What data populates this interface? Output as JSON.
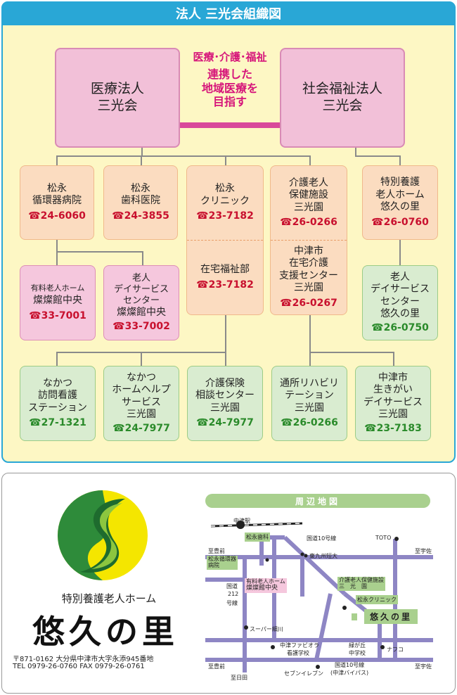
{
  "header": {
    "title": "法人 三光会組織図"
  },
  "mission": {
    "line1": "医療･介護･福祉",
    "line2": "連携した",
    "line3": "地域医療を",
    "line4": "目指す"
  },
  "orgs": {
    "medical": {
      "l1": "医療法人",
      "l2": "三光会"
    },
    "welfare": {
      "l1": "社会福祉法人",
      "l2": "三光会"
    }
  },
  "facilities": {
    "f1": {
      "l1": "松永",
      "l2": "循環器病院",
      "tel": "☎24-6060"
    },
    "f2": {
      "l1": "松永",
      "l2": "歯科医院",
      "tel": "☎24-3855"
    },
    "f3": {
      "l1": "松永",
      "l2": "クリニック",
      "tel": "☎23-7182"
    },
    "f3b": {
      "l1": "在宅福祉部",
      "tel": "☎23-7182"
    },
    "f4": {
      "l1": "介護老人",
      "l2": "保健施設",
      "l3": "三光園",
      "tel": "☎26-0266"
    },
    "f4b": {
      "l1": "中津市",
      "l2": "在宅介護",
      "l3": "支援センター",
      "l4": "三光園",
      "tel": "☎26-0267"
    },
    "f5": {
      "l1": "特別養護",
      "l2": "老人ホーム",
      "l3": "悠久の里",
      "tel": "☎26-0760"
    },
    "p1": {
      "l1": "有料老人ホーム",
      "l2": "燦燦館中央",
      "tel": "☎33-7001"
    },
    "p2": {
      "l1": "老人",
      "l2": "デイサービス",
      "l3": "センター",
      "l4": "燦燦館中央",
      "tel": "☎33-7002"
    },
    "g0": {
      "l1": "老人",
      "l2": "デイサービス",
      "l3": "センター",
      "l4": "悠久の里",
      "tel": "☎26-0750"
    },
    "g1": {
      "l1": "なかつ",
      "l2": "訪問看護",
      "l3": "ステーション",
      "tel": "☎27-1321"
    },
    "g2": {
      "l1": "なかつ",
      "l2": "ホームヘルプ",
      "l3": "サービス",
      "l4": "三光園",
      "tel": "☎24-7977"
    },
    "g3": {
      "l1": "介護保険",
      "l2": "相談センター",
      "l3": "三光園",
      "tel": "☎24-7977"
    },
    "g4": {
      "l1": "通所リハビリ",
      "l2": "テーション",
      "l3": "三光園",
      "tel": "☎26-0266"
    },
    "g5": {
      "l1": "中津市",
      "l2": "生きがい",
      "l3": "デイサービス",
      "l4": "三光園",
      "tel": "☎23-7183"
    }
  },
  "facility": {
    "subtitle": "特別養護老人ホーム",
    "name": "悠久の里",
    "address": "〒871-0162 大分県中津市大字永添945番地",
    "contact": "TEL 0979-26-0760   FAX 0979-26-0761"
  },
  "map": {
    "title": "周辺地図",
    "labels": {
      "station": "中津駅",
      "r10": "国道10号線",
      "toto": "TOTO",
      "usa1": "至宇佐",
      "buzen1": "至豊前",
      "tandai": "東九州短大",
      "r212a": "国道",
      "r212b": "212",
      "r212c": "号線",
      "super": "スーパー細川",
      "fap1": "中津ファビオラ",
      "fap2": "看護学校",
      "midori1": "緑が丘",
      "midori2": "中学校",
      "nafco": "ナフコ",
      "buzen2": "至豊前",
      "usa2": "至宇佐",
      "seven": "セブンイレブン",
      "bypass1": "国道10号線",
      "bypass2": "(中津バイパス)",
      "hita": "至日田"
    },
    "tags": {
      "dental": "松永歯科",
      "hospital1": "松永循環器",
      "hospital2": "病院",
      "sansan1": "有料老人ホーム",
      "sansan2": "燦燦館中央",
      "sanko1": "介護老人保健施設",
      "sanko2": "三　光　園",
      "clinic": "松永クリニック",
      "yukyu": "悠久の里"
    }
  }
}
